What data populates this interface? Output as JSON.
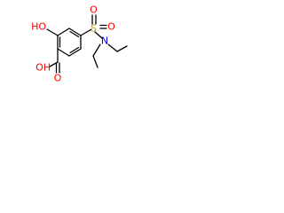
{
  "molecule": {
    "atoms": {
      "ho": "HO",
      "s": "S",
      "o_top": "O",
      "o_right": "O",
      "n": "N",
      "oh_acid": "OH",
      "o_carbonyl": "O"
    },
    "colors": {
      "bond": "#000000",
      "oxygen": "#ff0000",
      "nitrogen": "#0000ff",
      "sulfur": "#c8a000"
    }
  }
}
